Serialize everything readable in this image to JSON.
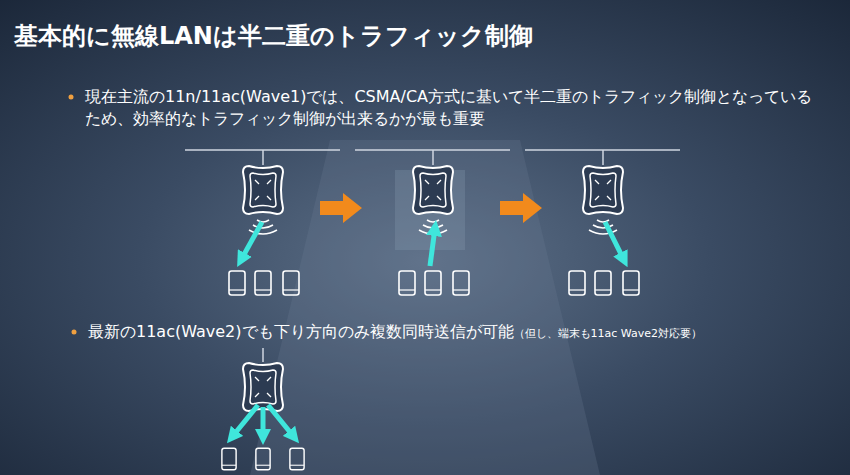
{
  "diagram": {
    "title": "基本的に無線LANは半二重のトラフィック制御",
    "labels": [
      "現在主流の11n/11ac(Wave1)では、CSMA/CA方式に基いて半二重のトラフィック制御となっているため、効率的なトラフィック制御が出来るかが最も重要",
      "最新の11ac(Wave2)でも下り方向のみ複数同時送信が可能",
      "（但し、端末も11ac Wave2対応要）"
    ]
  }
}
